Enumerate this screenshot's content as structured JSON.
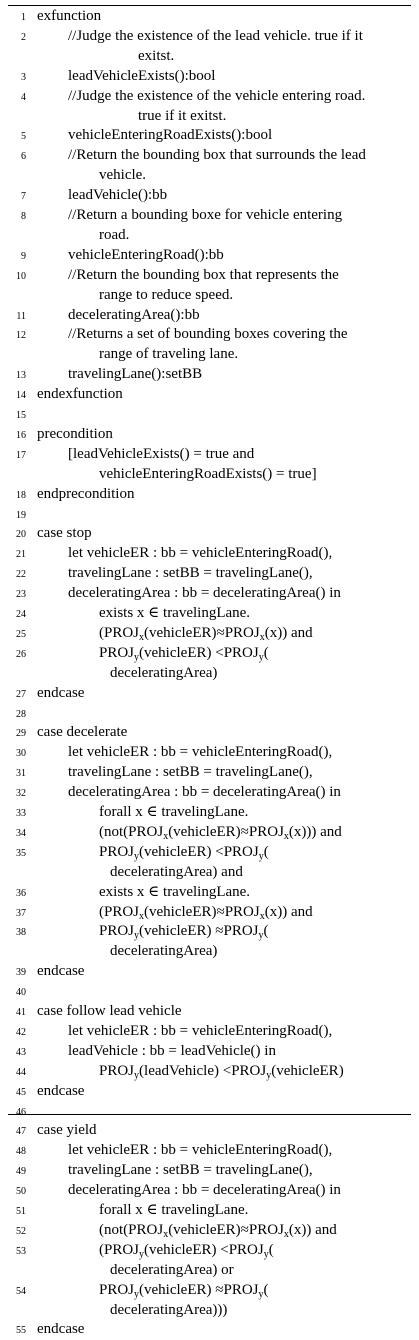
{
  "lines": [
    {
      "n": "1",
      "indent": 0,
      "text": "exfunction"
    },
    {
      "n": "2",
      "indent": 1,
      "text": "//Judge the existence of the lead vehicle. true if it"
    },
    {
      "n": "",
      "indent": 3,
      "text": "exitst."
    },
    {
      "n": "3",
      "indent": 1,
      "text": "leadVehicleExists():bool"
    },
    {
      "n": "4",
      "indent": 1,
      "text": "//Judge the existence of the vehicle entering road."
    },
    {
      "n": "",
      "indent": 3,
      "text": "true if it exitst."
    },
    {
      "n": "5",
      "indent": 1,
      "text": "vehicleEnteringRoadExists():bool"
    },
    {
      "n": "6",
      "indent": 1,
      "text": "//Return the bounding box that surrounds the lead"
    },
    {
      "n": "",
      "indent": 2,
      "text": "vehicle."
    },
    {
      "n": "7",
      "indent": 1,
      "text": "leadVehicle():bb"
    },
    {
      "n": "8",
      "indent": 1,
      "text": "//Return a bounding boxe for vehicle entering"
    },
    {
      "n": "",
      "indent": 2,
      "text": "road."
    },
    {
      "n": "9",
      "indent": 1,
      "text": "vehicleEnteringRoad():bb"
    },
    {
      "n": "10",
      "indent": 1,
      "text": "//Return the bounding box that represents the"
    },
    {
      "n": "",
      "indent": 2,
      "text": "range to reduce speed."
    },
    {
      "n": "11",
      "indent": 1,
      "text": "deceleratingArea():bb"
    },
    {
      "n": "12",
      "indent": 1,
      "text": "//Returns a set of bounding boxes covering the"
    },
    {
      "n": "",
      "indent": 2,
      "text": "range of traveling lane."
    },
    {
      "n": "13",
      "indent": 1,
      "text": "travelingLane():setBB"
    },
    {
      "n": "14",
      "indent": 0,
      "text": "endexfunction"
    },
    {
      "n": "15",
      "indent": 0,
      "text": ""
    },
    {
      "n": "16",
      "indent": 0,
      "text": "precondition"
    },
    {
      "n": "17",
      "indent": 1,
      "text": "[leadVehicleExists() = true and"
    },
    {
      "n": "",
      "indent": 2,
      "text": "vehicleEnteringRoadExists() = true]"
    },
    {
      "n": "18",
      "indent": 0,
      "text": "endprecondition"
    },
    {
      "n": "19",
      "indent": 0,
      "text": ""
    },
    {
      "n": "20",
      "indent": 0,
      "text": "case stop"
    },
    {
      "n": "21",
      "indent": 1,
      "text": "let vehicleER : bb = vehicleEnteringRoad(),"
    },
    {
      "n": "22",
      "indent": 1,
      "text": "travelingLane : setBB = travelingLane(),"
    },
    {
      "n": "23",
      "indent": 1,
      "text": "deceleratingArea : bb = deceleratingArea() in"
    },
    {
      "n": "24",
      "indent": 2,
      "text": "exists x ∈ travelingLane."
    },
    {
      "n": "25",
      "indent": 2,
      "text": "(PROJx(vehicleER)≈PROJx(x)) and"
    },
    {
      "n": "26",
      "indent": 2,
      "text": "PROJy(vehicleER) <PROJy("
    },
    {
      "n": "",
      "indent": 4,
      "text": "deceleratingArea)"
    },
    {
      "n": "27",
      "indent": 0,
      "text": "endcase"
    },
    {
      "n": "28",
      "indent": 0,
      "text": ""
    },
    {
      "n": "29",
      "indent": 0,
      "text": "case decelerate"
    },
    {
      "n": "30",
      "indent": 1,
      "text": "let vehicleER : bb = vehicleEnteringRoad(),"
    },
    {
      "n": "31",
      "indent": 1,
      "text": "travelingLane : setBB = travelingLane(),"
    },
    {
      "n": "32",
      "indent": 1,
      "text": "deceleratingArea : bb = deceleratingArea() in"
    },
    {
      "n": "33",
      "indent": 2,
      "text": "forall x ∈ travelingLane."
    },
    {
      "n": "34",
      "indent": 2,
      "text": "(not(PROJx(vehicleER)≈PROJx(x))) and"
    },
    {
      "n": "35",
      "indent": 2,
      "text": "PROJy(vehicleER) <PROJy("
    },
    {
      "n": "",
      "indent": 4,
      "text": "deceleratingArea) and"
    },
    {
      "n": "36",
      "indent": 2,
      "text": "exists x ∈ travelingLane."
    },
    {
      "n": "37",
      "indent": 2,
      "text": "(PROJx(vehicleER)≈PROJx(x)) and"
    },
    {
      "n": "38",
      "indent": 2,
      "text": "PROJy(vehicleER) ≈PROJy("
    },
    {
      "n": "",
      "indent": 4,
      "text": "deceleratingArea)"
    },
    {
      "n": "39",
      "indent": 0,
      "text": "endcase"
    },
    {
      "n": "40",
      "indent": 0,
      "text": ""
    },
    {
      "n": "41",
      "indent": 0,
      "text": "case follow lead vehicle"
    },
    {
      "n": "42",
      "indent": 1,
      "text": "let vehicleER : bb = vehicleEnteringRoad(),"
    },
    {
      "n": "43",
      "indent": 1,
      "text": "leadVehicle : bb = leadVehicle() in"
    },
    {
      "n": "44",
      "indent": 2,
      "text": "PROJy(leadVehicle) <PROJy(vehicleER)"
    },
    {
      "n": "45",
      "indent": 0,
      "text": "endcase"
    },
    {
      "n": "46",
      "indent": 0,
      "text": ""
    },
    {
      "n": "47",
      "indent": 0,
      "text": "case yield"
    },
    {
      "n": "48",
      "indent": 1,
      "text": "let vehicleER : bb = vehicleEnteringRoad(),"
    },
    {
      "n": "49",
      "indent": 1,
      "text": "travelingLane : setBB = travelingLane(),"
    },
    {
      "n": "50",
      "indent": 1,
      "text": "deceleratingArea : bb = deceleratingArea() in"
    },
    {
      "n": "51",
      "indent": 2,
      "text": "forall x ∈ travelingLane."
    },
    {
      "n": "52",
      "indent": 2,
      "text": "(not(PROJx(vehicleER)≈PROJx(x)) and"
    },
    {
      "n": "53",
      "indent": 2,
      "text": "(PROJy(vehicleER) <PROJy("
    },
    {
      "n": "",
      "indent": 4,
      "text": "deceleratingArea) or"
    },
    {
      "n": "54",
      "indent": 2,
      "text": "PROJy(vehicleER) ≈PROJy("
    },
    {
      "n": "",
      "indent": 4,
      "text": "deceleratingArea)))"
    },
    {
      "n": "55",
      "indent": 0,
      "text": "endcase"
    }
  ]
}
